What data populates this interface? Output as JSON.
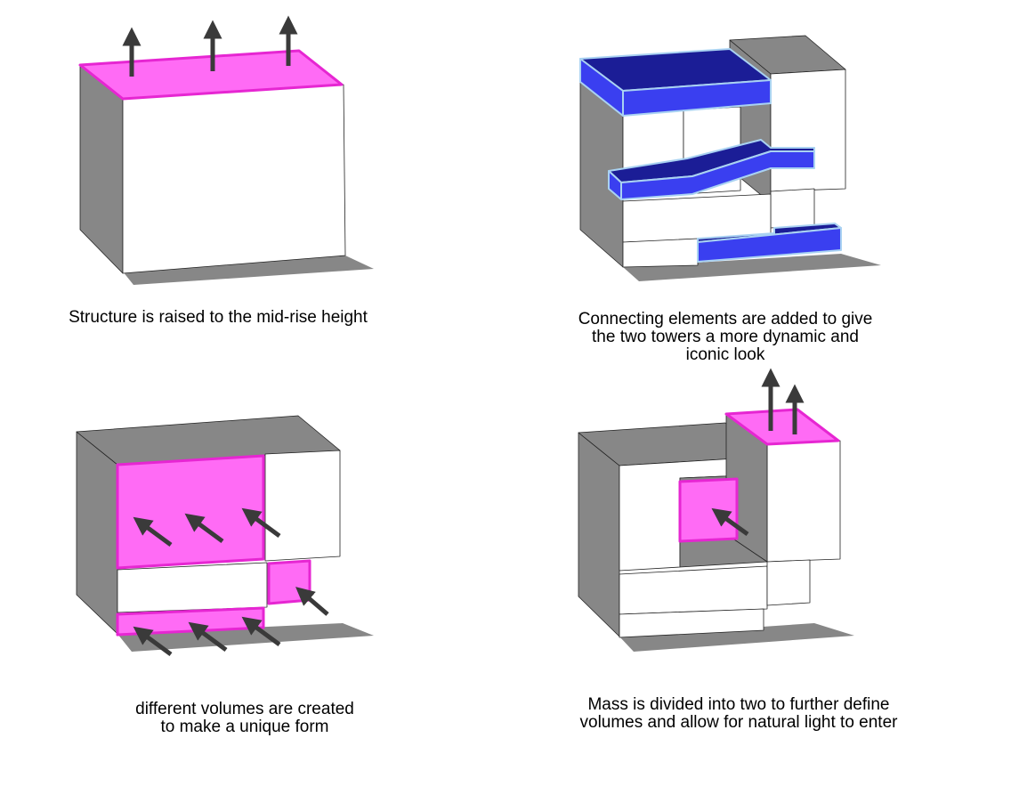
{
  "colors": {
    "shade": "#878787",
    "face": "#ffffff",
    "highlight": "#ff6bf5",
    "highlight_edge": "#e626d2",
    "connector": "#3a3ff0",
    "connector_dark": "#1b1d96",
    "connector_edge": "#a9d2f2",
    "arrow": "#3a3a3a",
    "edge": "#222222"
  },
  "panels": [
    {
      "id": "raise",
      "arrow_icon": "arrow-up-icon",
      "caption_lines": [
        "Structure is raised to the mid-rise height"
      ]
    },
    {
      "id": "connect",
      "arrow_icon": "",
      "caption_lines": [
        "Connecting elements are added to give",
        "the two towers a more dynamic and",
        "iconic look"
      ]
    },
    {
      "id": "volumes",
      "arrow_icon": "arrow-diagonal-icon",
      "caption_lines": [
        "different volumes are created",
        "to make a unique form"
      ]
    },
    {
      "id": "divide",
      "arrow_icon": "arrow-up-icon",
      "caption_lines": [
        "Mass is divided into two to further define",
        "volumes and allow for natural light to enter"
      ]
    }
  ]
}
